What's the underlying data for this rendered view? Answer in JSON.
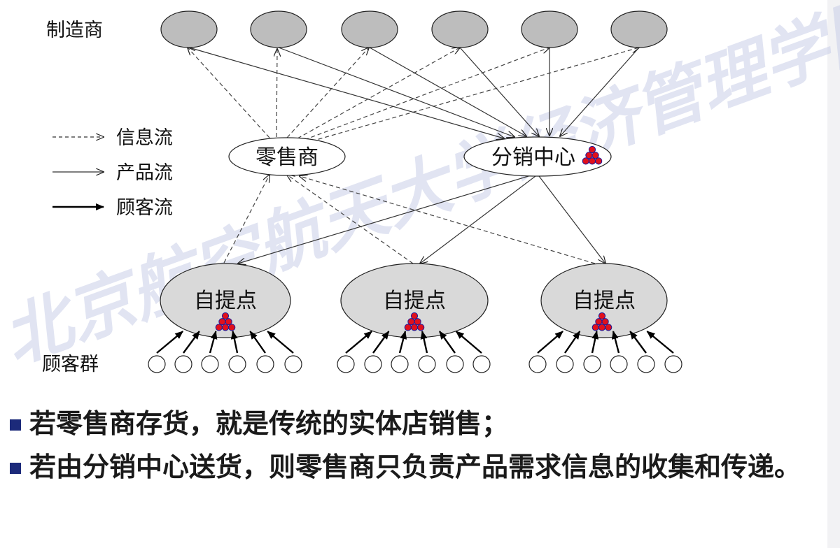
{
  "labels": {
    "manufacturer": "制造商",
    "customer_group": "顾客群",
    "retailer": "零售商",
    "distribution_center": "分销中心",
    "pickup_point": "自提点"
  },
  "legend": {
    "info_flow": "信息流",
    "product_flow": "产品流",
    "customer_flow": "顾客流"
  },
  "watermark": "北京航空航天大学经济管理学院",
  "bullets": [
    "若零售商存货，就是传统的实体店销售；",
    "若由分销中心送货，则零售商只负责产品需求信息的收集和传递。"
  ],
  "colors": {
    "manufacturer_fill": "#bdbdbd",
    "pickup_fill": "#d9d9d9",
    "stack_red": "#e0101c",
    "stack_outline": "#1a1a9c",
    "bullet_square": "#1c2a7a",
    "watermark": "#c9cfe8"
  }
}
